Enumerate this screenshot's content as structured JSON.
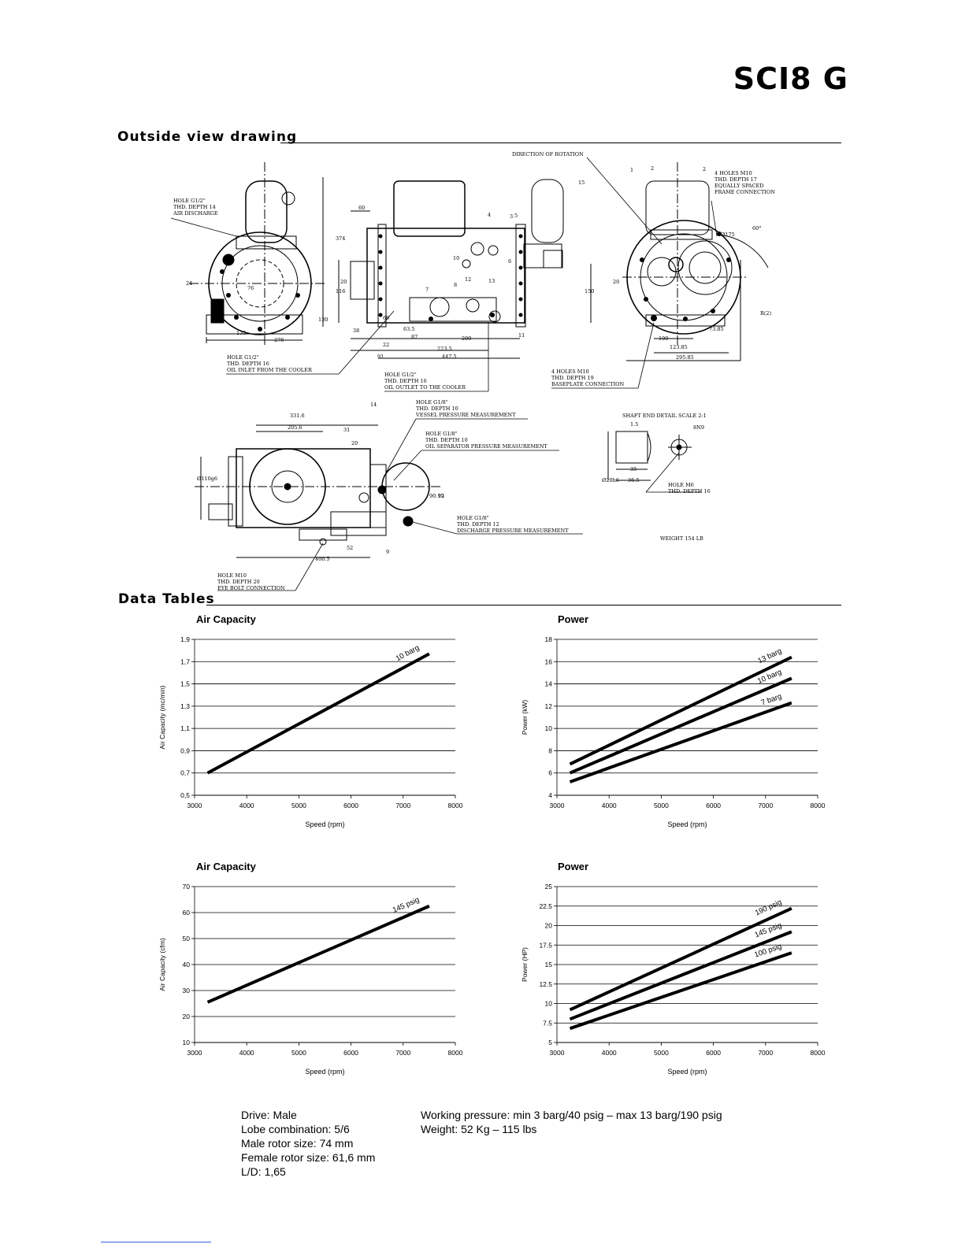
{
  "header": {
    "model": "SCI8 G"
  },
  "sections": {
    "drawing": "Outside view drawing",
    "tables": "Data Tables"
  },
  "drawing": {
    "labels": {
      "rotation": "DIRECTION OF ROTATION",
      "hole_g12_discharge": [
        "HOLE G1/2\"",
        "THD. DEPTH 14",
        "AIR DISCHARGE"
      ],
      "hole_m10_frame": [
        "4 HOLES M10",
        "THD. DEPTH 17",
        "EQUALLY SPACED",
        "FRAME CONNECTION"
      ],
      "hole_oil_inlet": [
        "HOLE G1/2\"",
        "THD. DEPTH 16",
        "OIL INLET FROM THE COOLER"
      ],
      "hole_oil_outlet": [
        "HOLE G1/2\"",
        "THD. DEPTH 16",
        "OIL OUTLET TO THE COOLER"
      ],
      "hole_baseplate": [
        "4 HOLES M10",
        "THD. DEPTH 19",
        "BASEPLATE CONNECTION"
      ],
      "hole_vessel": [
        "HOLE G1/8\"",
        "THD. DEPTH 10",
        "VESSEL PRESSURE MEASUREMENT"
      ],
      "hole_oil_sep": [
        "HOLE G1/8\"",
        "THD. DEPTH 10",
        "OIL SEPARATOR PRESSURE MEASUREMENT"
      ],
      "hole_discharge_meas": [
        "HOLE G1/8\"",
        "THD. DEPTH 12",
        "DISCHARGE PRESSURE MEASUREMENT"
      ],
      "hole_eyebolt": [
        "HOLE M10",
        "THD. DEPTH 20",
        "EYE BOLT CONNECTION"
      ],
      "hole_m6": [
        "HOLE M6",
        "THD. DEPTH 16"
      ],
      "shaft": "SHAFT END DETAIL SCALE 2:1",
      "weight": "WEIGHT 154 LB"
    },
    "dims": [
      "60",
      "374",
      "24",
      "76",
      "130",
      "116",
      "20",
      "135",
      "276",
      "38",
      "69",
      "63.5",
      "87",
      "200",
      "22",
      "223.5",
      "91",
      "447.5",
      "150",
      "20",
      "100",
      "123.85",
      "73.85",
      "295.85",
      "Ø175",
      "R(2)",
      "60°",
      "331.6",
      "205.6",
      "31",
      "20",
      "Ø110g6",
      "90.15",
      "92",
      "52",
      "400.5",
      "1.5",
      "8N9",
      "35",
      "36.5",
      "Ø20h6"
    ],
    "numbers": [
      "1",
      "2",
      "2",
      "3",
      "4",
      "5",
      "6",
      "7",
      "8",
      "9",
      "10",
      "11",
      "12",
      "13",
      "14",
      "15"
    ]
  },
  "charts": {
    "c1": {
      "label": "Air Capacity",
      "chart_data": {
        "type": "line",
        "title": "Air Capacity",
        "xlabel": "Speed (rpm)",
        "ylabel": "Air Capacity (mc/min)",
        "xlim": [
          3000,
          8000
        ],
        "ylim": [
          0.5,
          1.9
        ],
        "xticks": [
          "3000",
          "4000",
          "5000",
          "6000",
          "7000",
          "8000"
        ],
        "yticks": [
          "0,5",
          "0,7",
          "0,9",
          "1,1",
          "1,3",
          "1,5",
          "1,7",
          "1,9"
        ],
        "series": [
          {
            "name": "10 barg",
            "x": [
              3250,
              7500
            ],
            "y": [
              0.7,
              1.77
            ]
          }
        ]
      }
    },
    "c2": {
      "label": "Power",
      "chart_data": {
        "type": "line",
        "title": "Power",
        "xlabel": "Speed (rpm)",
        "ylabel": "Power (kW)",
        "xlim": [
          3000,
          8000
        ],
        "ylim": [
          4,
          18
        ],
        "xticks": [
          "3000",
          "4000",
          "5000",
          "6000",
          "7000",
          "8000"
        ],
        "yticks": [
          "4",
          "6",
          "8",
          "10",
          "12",
          "14",
          "16",
          "18"
        ],
        "series": [
          {
            "name": "13 barg",
            "x": [
              3250,
              7500
            ],
            "y": [
              6.8,
              16.4
            ]
          },
          {
            "name": "10 barg",
            "x": [
              3250,
              7500
            ],
            "y": [
              6.0,
              14.5
            ]
          },
          {
            "name": "7 barg",
            "x": [
              3250,
              7500
            ],
            "y": [
              5.2,
              12.3
            ]
          }
        ]
      }
    },
    "c3": {
      "label": "Air Capacity",
      "chart_data": {
        "type": "line",
        "title": "Air Capacity",
        "xlabel": "Speed (rpm)",
        "ylabel": "Air Capacity (cfm)",
        "xlim": [
          3000,
          8000
        ],
        "ylim": [
          10,
          70
        ],
        "xticks": [
          "3000",
          "4000",
          "5000",
          "6000",
          "7000",
          "8000"
        ],
        "yticks": [
          "10",
          "20",
          "30",
          "40",
          "50",
          "60",
          "70"
        ],
        "series": [
          {
            "name": "145 psig",
            "x": [
              3250,
              7500
            ],
            "y": [
              25.5,
              62.5
            ]
          }
        ]
      }
    },
    "c4": {
      "label": "Power",
      "chart_data": {
        "type": "line",
        "title": "Power",
        "xlabel": "Speed (rpm)",
        "ylabel": "Power (HP)",
        "xlim": [
          3000,
          8000
        ],
        "ylim": [
          5,
          25
        ],
        "xticks": [
          "3000",
          "4000",
          "5000",
          "6000",
          "7000",
          "8000"
        ],
        "yticks": [
          "5",
          "7.5",
          "10",
          "12.5",
          "15",
          "17.5",
          "20",
          "22.5",
          "25"
        ],
        "series": [
          {
            "name": "190 psig",
            "x": [
              3250,
              7500
            ],
            "y": [
              9.2,
              22.2
            ]
          },
          {
            "name": "145 psig",
            "x": [
              3250,
              7500
            ],
            "y": [
              8.0,
              19.2
            ]
          },
          {
            "name": "100 psig",
            "x": [
              3250,
              7500
            ],
            "y": [
              6.8,
              16.5
            ]
          }
        ]
      }
    }
  },
  "specs": {
    "left": [
      "Drive: Male",
      "Lobe combination: 5/6",
      "Male rotor size: 74 mm",
      "Female rotor size: 61,6 mm",
      "L/D: 1,65"
    ],
    "right": [
      "Working pressure: min 3 barg/40 psig – max 13 barg/190 psig",
      "Weight: 52 Kg  – 115 lbs"
    ]
  }
}
